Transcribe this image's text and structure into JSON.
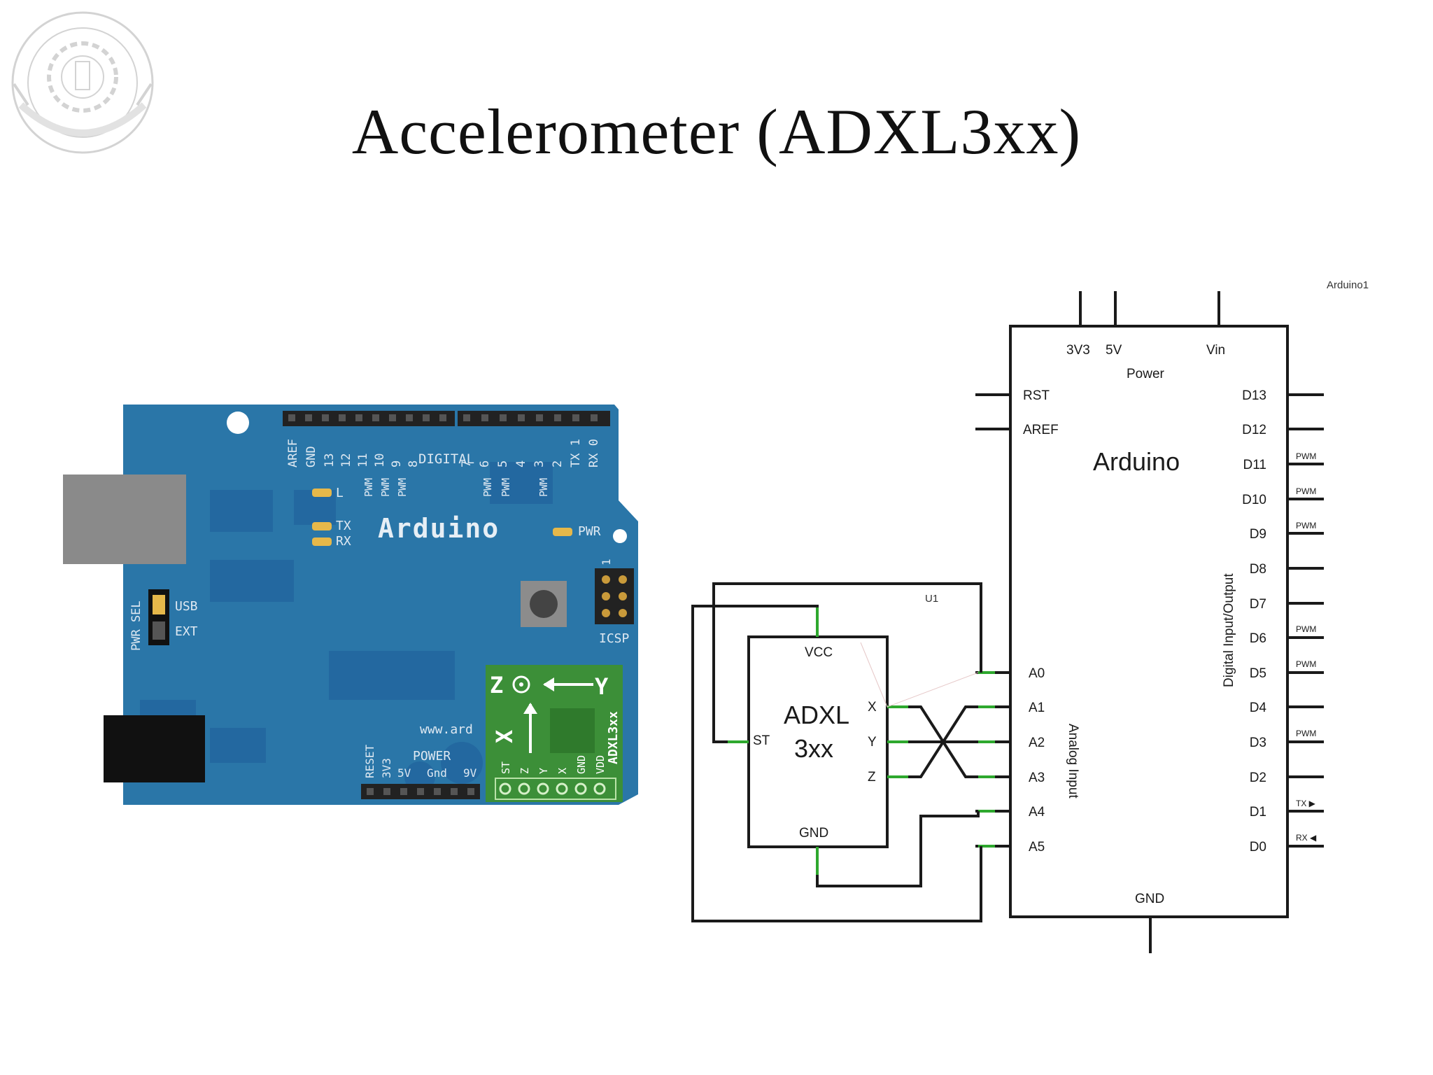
{
  "slide": {
    "title": "Accelerometer (ADXL3xx)"
  },
  "logo": {
    "name": "institution seal"
  },
  "board": {
    "brand": "Arduino",
    "digital_header_label": "DIGITAL",
    "pin_labels_top": [
      "AREF",
      "GND",
      "13",
      "12",
      "11",
      "10",
      "9",
      "8",
      "7",
      "6",
      "5",
      "4",
      "3",
      "2",
      "TX 1",
      "RX 0"
    ],
    "pwm_label": "PWM",
    "led_l": "L",
    "led_tx": "TX",
    "led_rx": "RX",
    "pwr_led": "PWR",
    "pwr_sel": "PWR SEL",
    "usb": "USB",
    "ext": "EXT",
    "icsp": "ICSP",
    "icsp_pin": "1",
    "url": "www.ard",
    "power_header": "POWER",
    "power_pins": [
      "RESET",
      "3V3",
      "5V",
      "Gnd",
      "9V"
    ],
    "colors": {
      "board": "#2a76a8",
      "shield": "#3c8f38",
      "usb": "#8a8a8a",
      "jack": "#111111"
    }
  },
  "breakout": {
    "axis_z": "Z",
    "axis_y": "Y",
    "axis_x": "X",
    "part": "ADXL3xx",
    "pins": [
      "ST",
      "Z",
      "Y",
      "X",
      "GND",
      "VDD"
    ]
  },
  "schematic": {
    "arduino_ref": "Arduino1",
    "arduino_label": "Arduino",
    "power_label": "Power",
    "power_pins": [
      "3V3",
      "5V",
      "Vin"
    ],
    "left_pins": [
      "RST",
      "AREF"
    ],
    "analog_pins": [
      "A0",
      "A1",
      "A2",
      "A3",
      "A4",
      "A5"
    ],
    "analog_group": "Analog Input",
    "digital_pins": [
      "D13",
      "D12",
      "D11",
      "D10",
      "D9",
      "D8",
      "D7",
      "D6",
      "D5",
      "D4",
      "D3",
      "D2",
      "D1",
      "D0"
    ],
    "digital_group": "Digital Input/Output",
    "pwm_tag": "PWM",
    "tx_tag": "TX ▶",
    "rx_tag": "RX ◀",
    "gnd_label": "GND",
    "u1_ref": "U1",
    "adxl_label_1": "ADXL",
    "adxl_label_2": "3xx",
    "adxl_vcc": "VCC",
    "adxl_gnd": "GND",
    "adxl_st": "ST",
    "adxl_x": "X",
    "adxl_y": "Y",
    "adxl_z": "Z"
  }
}
